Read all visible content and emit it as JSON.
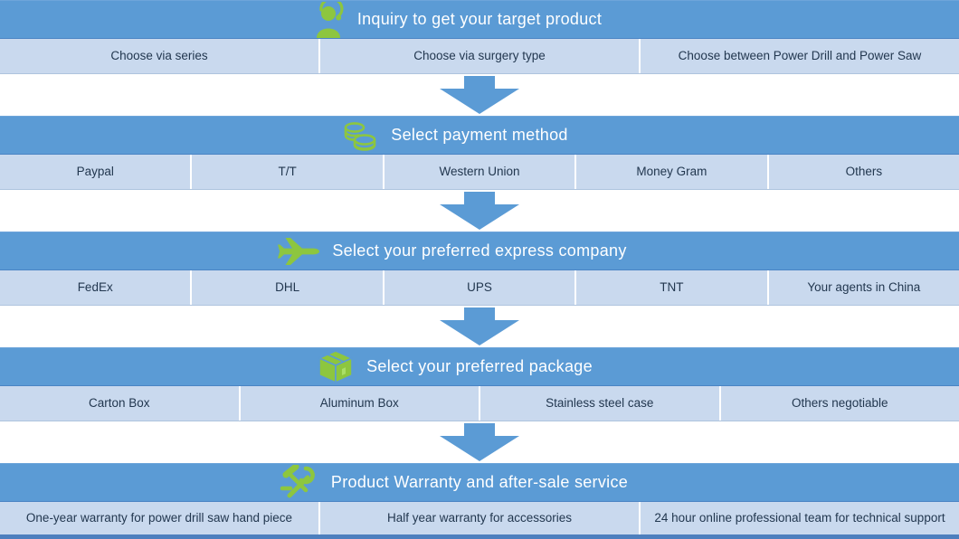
{
  "palette": {
    "header_blue": "#5b9bd5",
    "row_light_blue": "#c9d9ee",
    "icon_green": "#8dc63f",
    "arrow_blue": "#5b9bd5",
    "text_dark": "#22374f",
    "title_white": "#ffffff",
    "bottom_strip_blue": "#4d7fbe"
  },
  "steps": [
    {
      "title": "Inquiry to get your target product",
      "icon": "support-agent-icon",
      "options": [
        "Choose via series",
        "Choose via surgery type",
        "Choose between Power Drill and Power Saw"
      ]
    },
    {
      "title": "Select payment method",
      "icon": "coins-icon",
      "options": [
        "Paypal",
        "T/T",
        "Western Union",
        "Money Gram",
        "Others"
      ]
    },
    {
      "title": "Select your preferred express company",
      "icon": "airplane-icon",
      "options": [
        "FedEx",
        "DHL",
        "UPS",
        "TNT",
        "Your agents in China"
      ]
    },
    {
      "title": "Select your preferred package",
      "icon": "package-icon",
      "options": [
        "Carton Box",
        "Aluminum Box",
        "Stainless steel case",
        "Others negotiable"
      ]
    },
    {
      "title": "Product Warranty and after-sale service",
      "icon": "tools-icon",
      "options": [
        "One-year warranty for power drill saw hand piece",
        "Half year warranty for accessories",
        "24 hour online professional team for technical support"
      ]
    }
  ]
}
